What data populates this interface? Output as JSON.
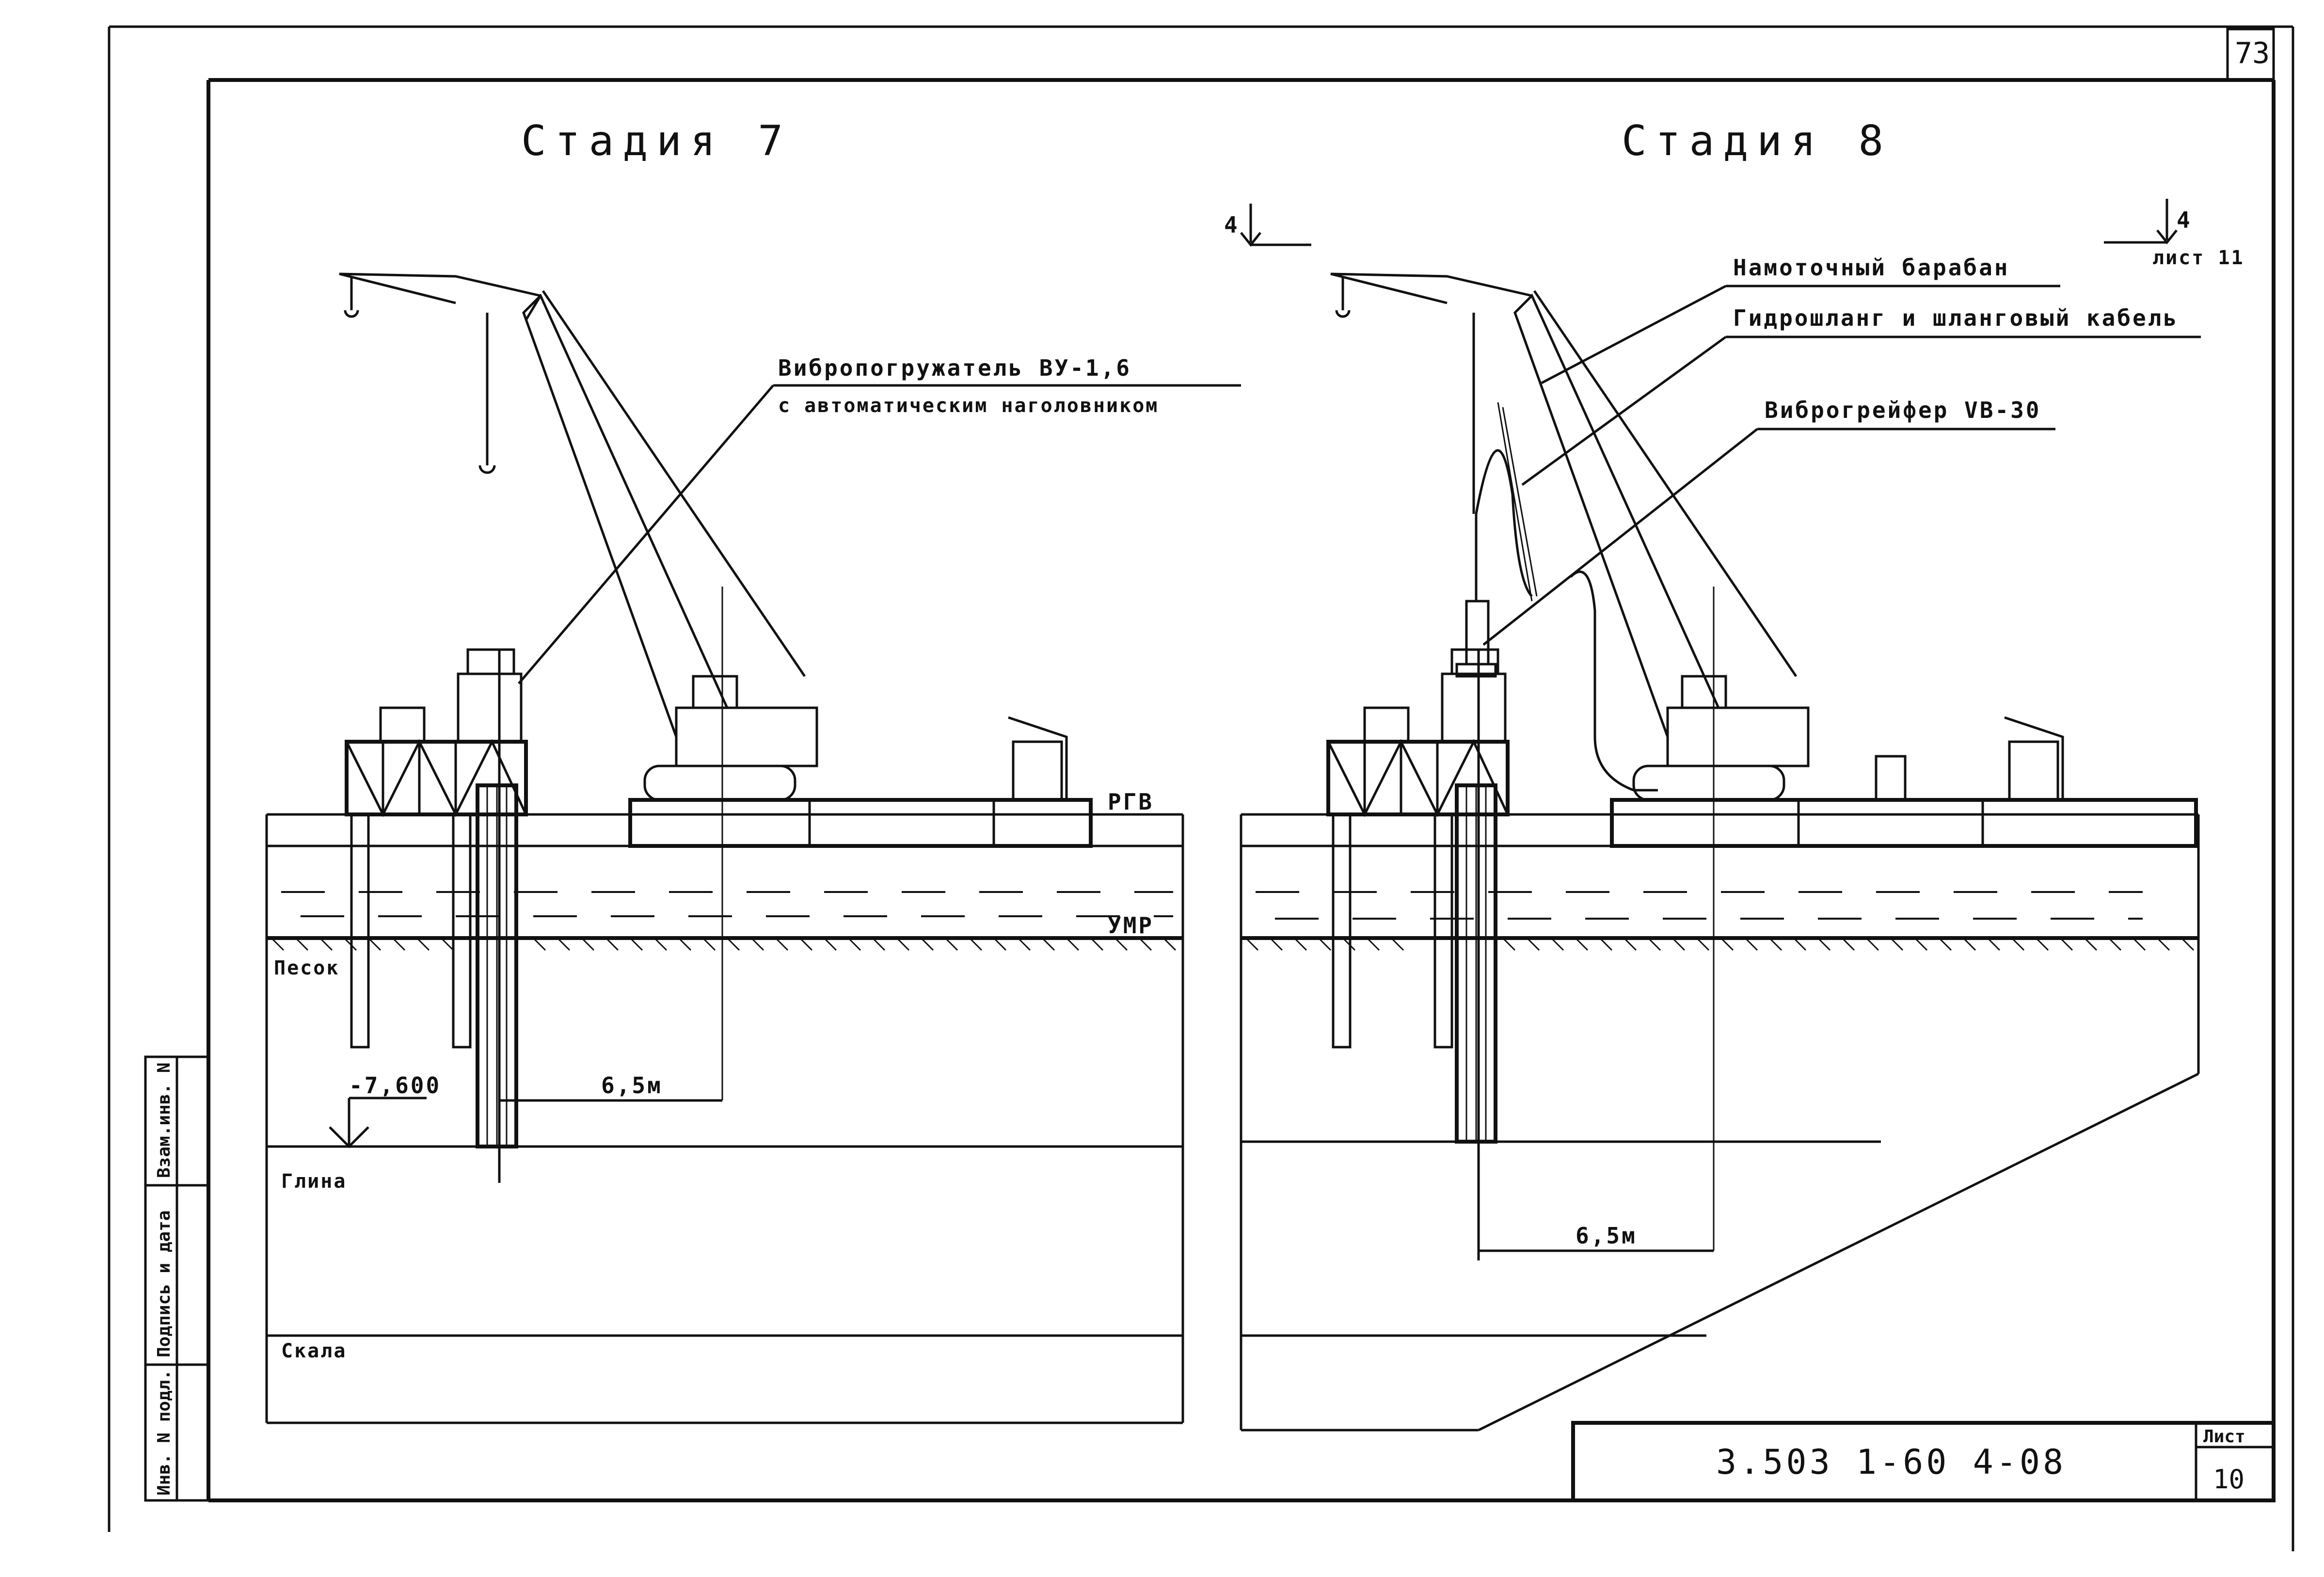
{
  "sheet": {
    "page_number": "73",
    "stage_left_title": "Стадия 7",
    "stage_right_title": "Стадия 8",
    "document_code": "3.503 1-60 4-08",
    "sheet_label": "Лист",
    "sheet_number": "10"
  },
  "side_stamp": {
    "inv_podl": "Инв. N подл.",
    "podpis_data": "Подпись и дата",
    "vzam_inv": "Взам.инв. N"
  },
  "stage7": {
    "vibrator_label_line1": "Вибропогружатель ВУ-1,6",
    "vibrator_label_line2": "с автоматическим наголовником",
    "water_level_high": "РГВ",
    "water_level_low": "УМР",
    "soil_sand": "Песок",
    "soil_clay": "Глина",
    "soil_rock": "Скала",
    "elevation": "-7,600",
    "radius": "6,5м"
  },
  "stage8": {
    "section_mark_left": "4",
    "section_mark_right": "4",
    "section_sheet_ref": "лист 11",
    "drum_label": "Намоточный барабан",
    "hose_label": "Гидрошланг и шланговый кабель",
    "grab_label": "Виброгрейфер VB-30",
    "radius": "6,5м"
  }
}
